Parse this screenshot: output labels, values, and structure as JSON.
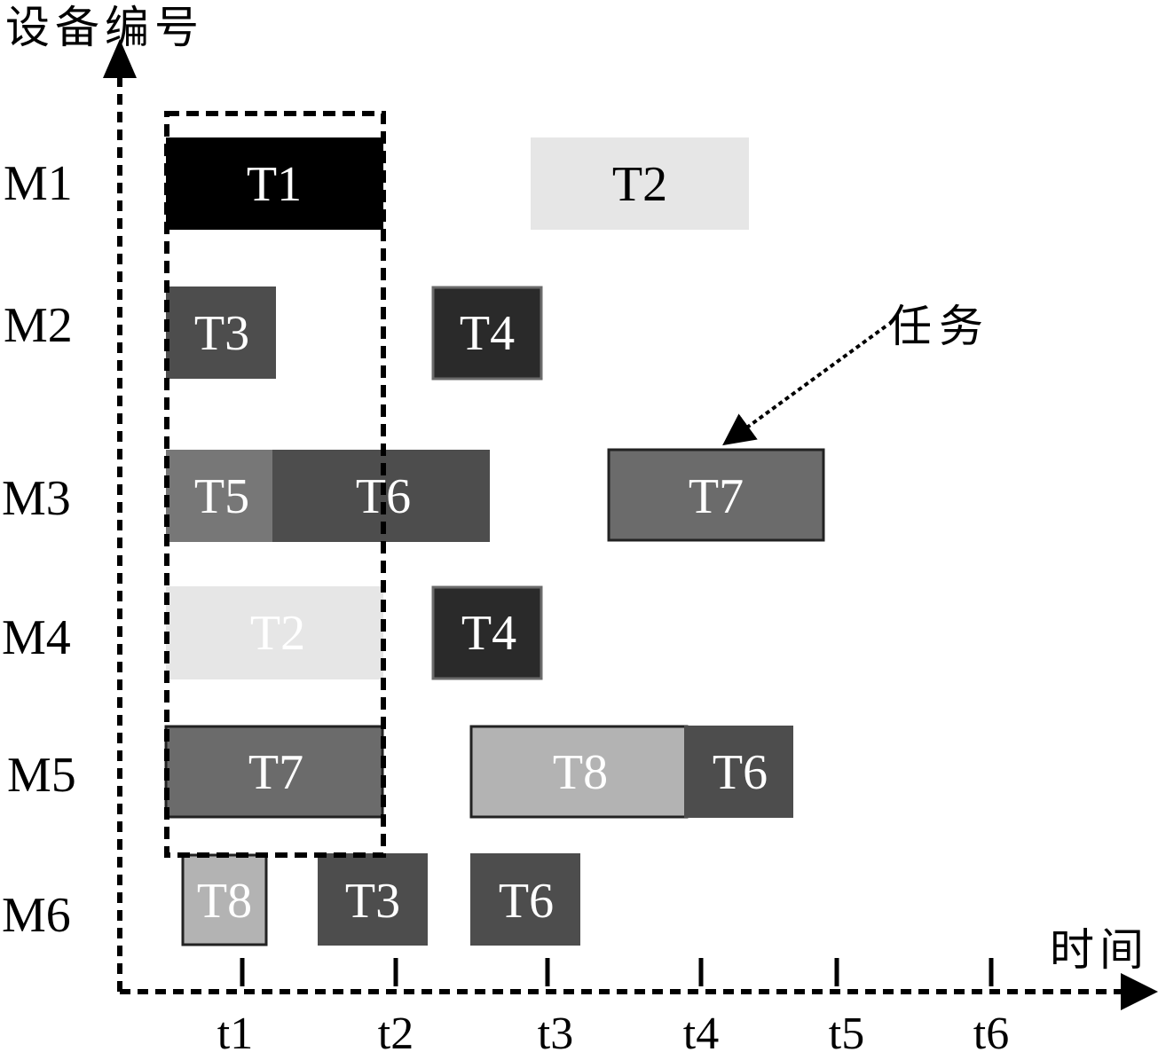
{
  "axes": {
    "y_title": "设备编号",
    "x_title": "时间",
    "machines": [
      "M1",
      "M2",
      "M3",
      "M4",
      "M5",
      "M6"
    ],
    "time_ticks": [
      "t1",
      "t2",
      "t3",
      "t4",
      "t5",
      "t6"
    ]
  },
  "annotation": {
    "text": "任务"
  },
  "colors": {
    "black": "#000000",
    "very_dark": "#2a2a2a",
    "dark": "#4d4d4d",
    "medium": "#6b6b6b",
    "medium_light": "#777777",
    "light": "#b3b3b3",
    "very_light": "#e6e6e6",
    "border": "#222222"
  },
  "tasks": [
    {
      "label": "T1",
      "machine": "M1",
      "fill": "black"
    },
    {
      "label": "T2",
      "machine": "M1",
      "fill": "very_light"
    },
    {
      "label": "T3",
      "machine": "M2",
      "fill": "dark"
    },
    {
      "label": "T4",
      "machine": "M2",
      "fill": "very_dark"
    },
    {
      "label": "T5",
      "machine": "M3",
      "fill": "medium_light"
    },
    {
      "label": "T6",
      "machine": "M3",
      "fill": "dark"
    },
    {
      "label": "T7",
      "machine": "M3",
      "fill": "medium"
    },
    {
      "label": "T2",
      "machine": "M4",
      "fill": "very_light"
    },
    {
      "label": "T4",
      "machine": "M4",
      "fill": "very_dark"
    },
    {
      "label": "T7",
      "machine": "M5",
      "fill": "medium"
    },
    {
      "label": "T8",
      "machine": "M5",
      "fill": "light"
    },
    {
      "label": "T6",
      "machine": "M5",
      "fill": "dark"
    },
    {
      "label": "T8",
      "machine": "M6",
      "fill": "light"
    },
    {
      "label": "T3",
      "machine": "M6",
      "fill": "dark"
    },
    {
      "label": "T6",
      "machine": "M6",
      "fill": "dark"
    }
  ]
}
